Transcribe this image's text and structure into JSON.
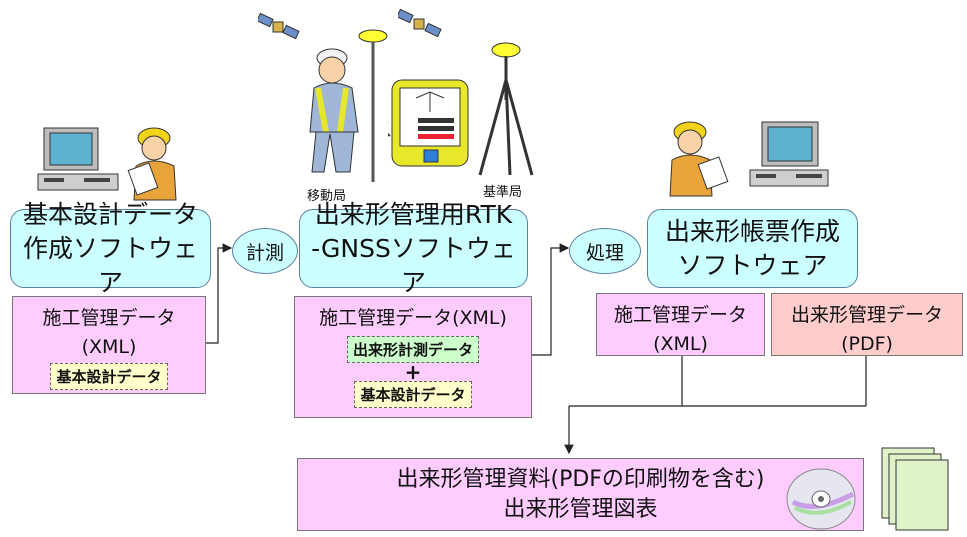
{
  "stations": {
    "rover": "移動局",
    "base": "基準局"
  },
  "boxes": {
    "design_software": [
      "基本設計データ",
      "作成ソフトウェア"
    ],
    "rtk_software": [
      "出来形管理用RTK",
      "-GNSSソフトウェア"
    ],
    "report_software": [
      "出来形帳票作成",
      "ソフトウェア"
    ]
  },
  "ovals": {
    "measure": "計測",
    "process": "処理"
  },
  "data_boxes": {
    "left": {
      "title": "施工管理データ",
      "format": "(XML)",
      "tag": "基本設計データ"
    },
    "middle": {
      "title": "施工管理データ(XML)",
      "tag1": "出来形計測データ",
      "plus": "+",
      "tag2": "基本設計データ"
    },
    "right_xml": {
      "title": "施工管理データ",
      "format": "(XML)"
    },
    "right_pdf": {
      "title": "出来形管理データ",
      "format": "(PDF)"
    }
  },
  "output": [
    "出来形管理資料(PDFの印刷物を含む)",
    "出来形管理図表"
  ],
  "colors": {
    "cyan_box": "#ccffff",
    "pink_box": "#ffccff",
    "salmon_box": "#ffcccc",
    "yellow_tag": "#ffffcc",
    "green_tag": "#ccffcc"
  }
}
